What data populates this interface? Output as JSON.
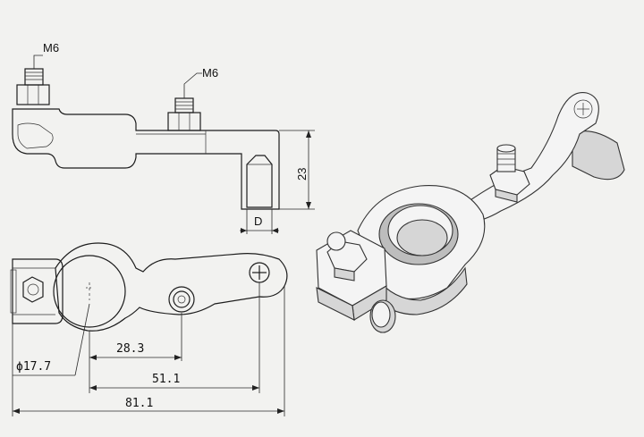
{
  "drawing": {
    "thread_label_left": "M6",
    "thread_label_right": "M6",
    "height_dim": "23",
    "width_dim": "D",
    "diameter_dim": "ϕ17.7",
    "dim_28": "28.3",
    "dim_51": "51.1",
    "dim_81": "81.1"
  }
}
